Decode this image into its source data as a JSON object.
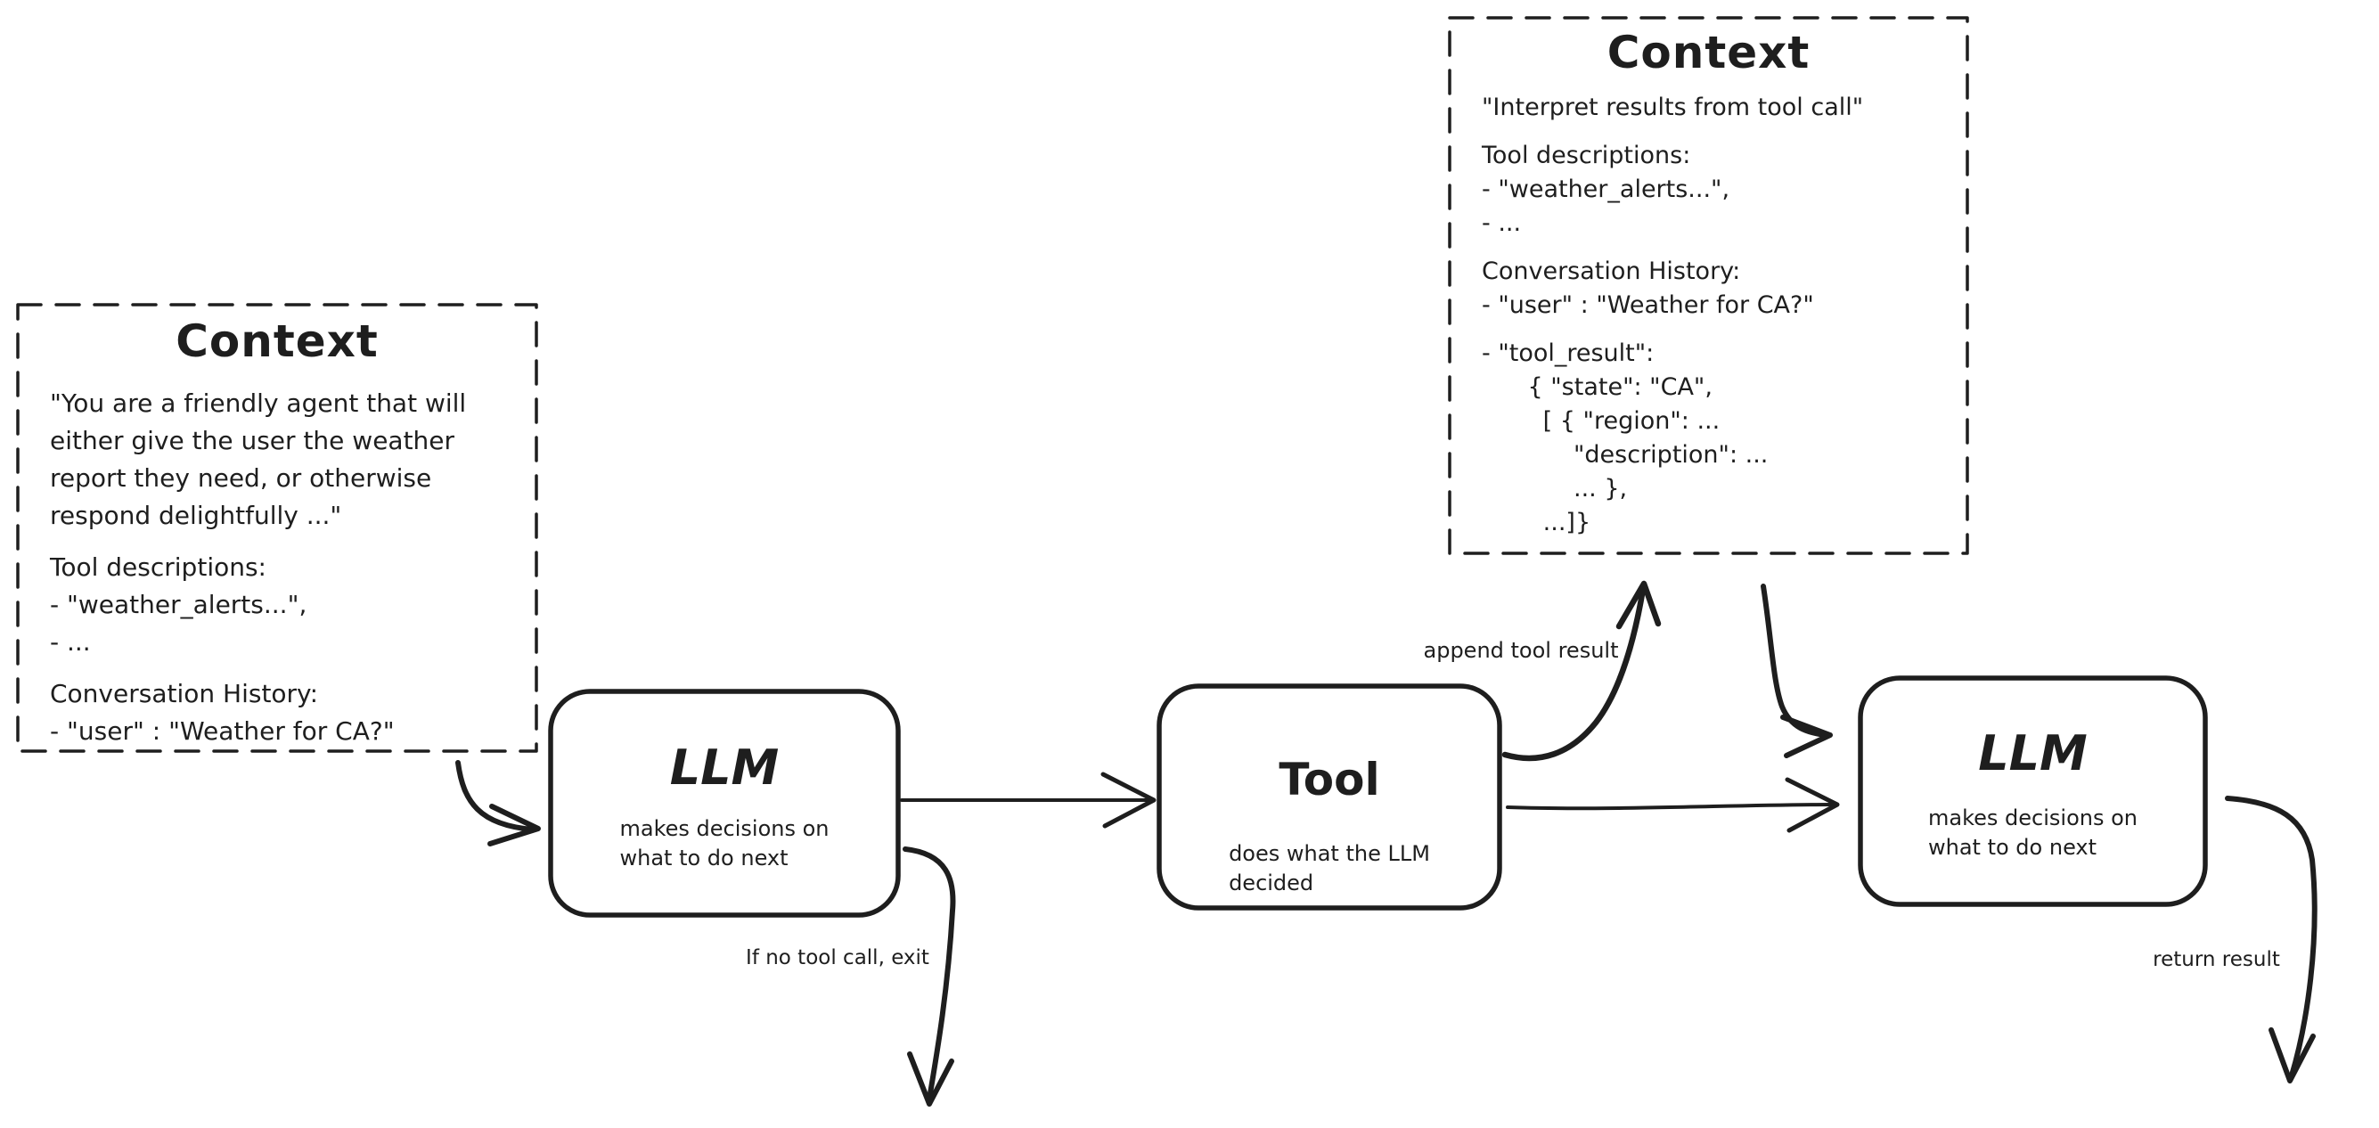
{
  "diagram": {
    "background": "#ffffff",
    "stroke_color": "#1e1e1e",
    "context_left": {
      "title": "Context",
      "paragraphs": [
        [
          "\"You are a friendly agent that will",
          "either give the user the weather",
          "report they need, or otherwise",
          "respond delightfully ...\""
        ],
        [
          "Tool descriptions:",
          "- \"weather_alerts...\",",
          "- ..."
        ],
        [
          "Conversation History:",
          "- \"user\" : \"Weather for CA?\""
        ]
      ]
    },
    "context_right": {
      "title": "Context",
      "paragraphs": [
        [
          "\"Interpret results from tool call\""
        ],
        [
          "Tool descriptions:",
          "- \"weather_alerts...\",",
          "- ..."
        ],
        [
          "Conversation History:",
          "- \"user\" : \"Weather for CA?\""
        ],
        [
          "- \"tool_result\":",
          "      { \"state\": \"CA\",",
          "        [ { \"region\": ...",
          "            \"description\": ...",
          "            ... },",
          "        ...]}"
        ]
      ]
    },
    "nodes": {
      "llm1": {
        "title": "LLM",
        "subtitle": "makes decisions on\nwhat to do next"
      },
      "tool": {
        "title": "Tool",
        "subtitle": "does what the LLM\ndecided"
      },
      "llm2": {
        "title": "LLM",
        "subtitle": "makes decisions on\nwhat to do next"
      }
    },
    "edge_labels": {
      "append_tool_result": "append tool result",
      "if_no_tool_call_exit": "If no tool call, exit",
      "return_result": "return result"
    }
  }
}
